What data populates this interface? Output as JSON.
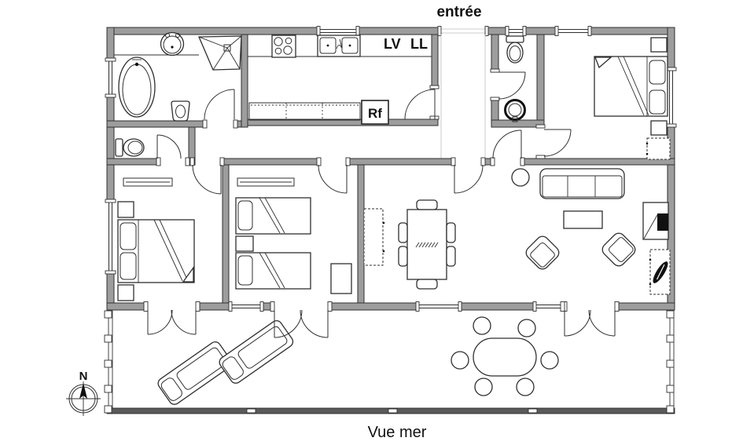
{
  "plan": {
    "entrance_label": "entrée",
    "dishwasher_label": "LV",
    "washing_machine_label": "LL",
    "fridge_label": "Rf",
    "sea_view_label": "Vue mer",
    "compass_north_label": "N"
  },
  "colors": {
    "wall_fill": "#9d9d9d",
    "wall_outline": "#2f2f2f",
    "line": "#2f2f2f",
    "background": "#ffffff",
    "terrace_rail": "#5a5a5a",
    "accent_black": "#111111"
  }
}
